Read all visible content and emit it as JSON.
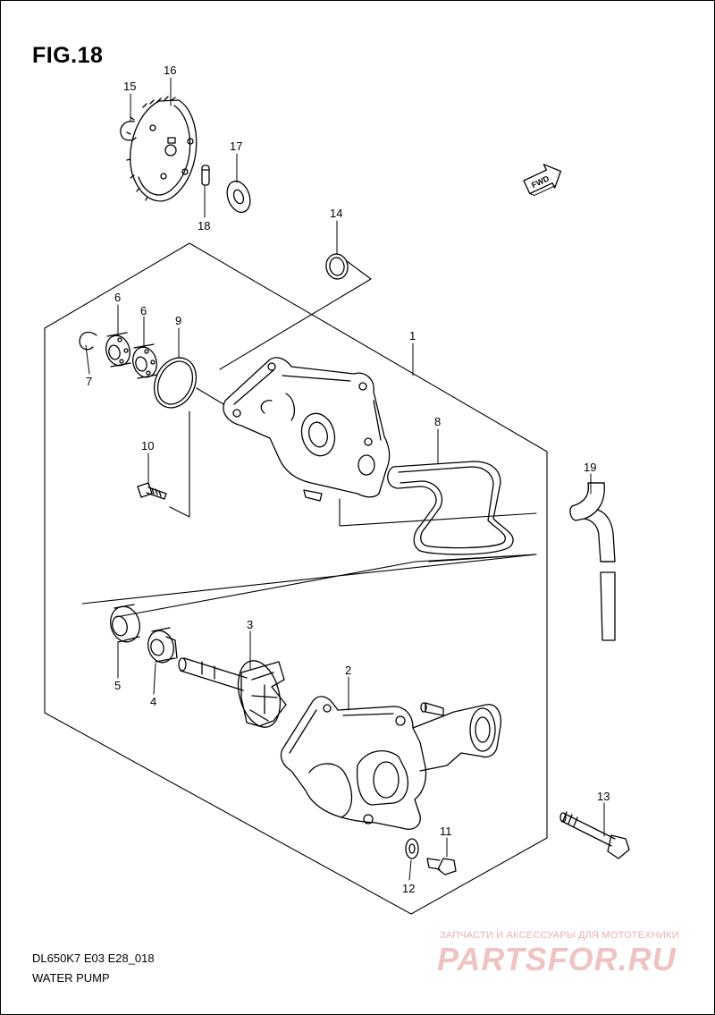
{
  "figure": {
    "title": "FIG.18"
  },
  "callouts": {
    "c1": "1",
    "c2": "2",
    "c3": "3",
    "c4": "4",
    "c5": "5",
    "c6a": "6",
    "c6b": "6",
    "c7": "7",
    "c8": "8",
    "c9": "9",
    "c10": "10",
    "c11": "11",
    "c12": "12",
    "c13": "13",
    "c14": "14",
    "c15": "15",
    "c16": "16",
    "c17": "17",
    "c18": "18",
    "c19": "19"
  },
  "forward_marker": "FWD",
  "footer": {
    "code": "DL650K7 E03 E28_018",
    "caption": "WATER PUMP"
  },
  "watermark": {
    "tagline": "ЗАПЧАСТИ И АКСЕССУАРЫ ДЛЯ МОТОТЕХНИКИ",
    "logo": "PARTSFOR.RU"
  },
  "colors": {
    "line": "#000000",
    "watermark": "#f0c3c3"
  }
}
